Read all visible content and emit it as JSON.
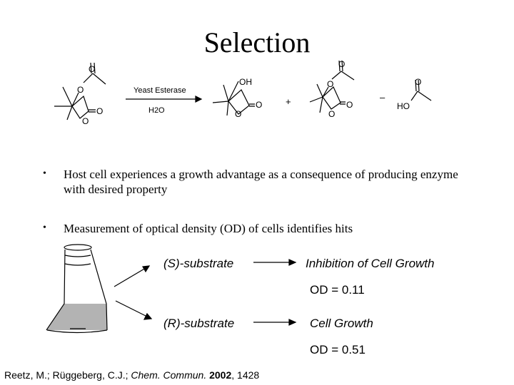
{
  "title": "Selection",
  "scheme": {
    "reagent_top": "Yeast Esterase",
    "reagent_bottom": "H2O",
    "plus": "+",
    "minus": "–",
    "atoms": {
      "O": "O",
      "OH": "OH",
      "HO": "HO"
    }
  },
  "bullets": [
    {
      "text": "Host cell experiences a growth advantage as a consequence of producing enzyme with desired property"
    },
    {
      "text": "Measurement of optical density (OD) of cells identifies hits"
    }
  ],
  "experiment": {
    "s": {
      "substrate": "(S)-substrate",
      "outcome": "Inhibition of Cell Growth",
      "od": "OD = 0.11"
    },
    "r": {
      "substrate": "(R)-substrate",
      "outcome": "Cell Growth",
      "od": "OD = 0.51"
    }
  },
  "citation": {
    "authors": "Reetz, M.; Rüggeberg, C.J.; ",
    "journal": "Chem. Commun.",
    "year": "2002",
    "pages": ", 1428"
  },
  "colors": {
    "liquid": "#b3b3b3",
    "ink": "#000000"
  }
}
